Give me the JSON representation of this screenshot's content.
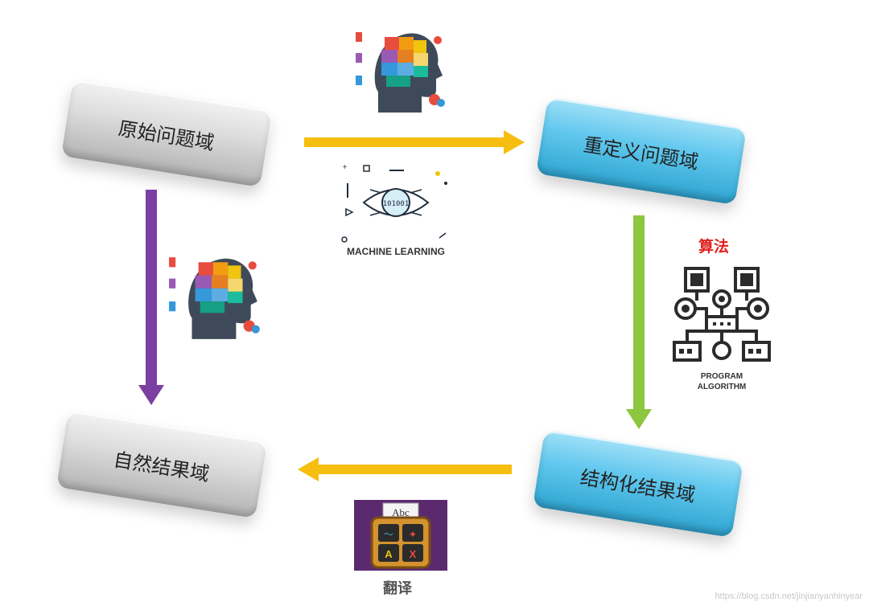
{
  "nodes": {
    "original_problem": "原始问题域",
    "redefined_problem": "重定义问题域",
    "natural_result": "自然结果域",
    "structured_result": "结构化结果域"
  },
  "labels": {
    "machine_learning": "MACHINE LEARNING",
    "algorithm_zh": "算法",
    "program_algorithm_line1": "PROGRAM",
    "program_algorithm_line2": "ALGORITHM",
    "translate_zh": "翻译",
    "translate_icon_text": "Abc",
    "binary_text": "101001"
  },
  "watermark": "https://blog.csdn.net/jinjianyanhinyear",
  "colors": {
    "arrow_orange": "#F7BE12",
    "arrow_purple": "#7B3FA0",
    "arrow_green": "#8DC63F",
    "algo_red": "#E0221D"
  },
  "icons": [
    "head-puzzle-icon",
    "machine-learning-eye-icon",
    "program-algorithm-icon",
    "translate-app-icon"
  ]
}
